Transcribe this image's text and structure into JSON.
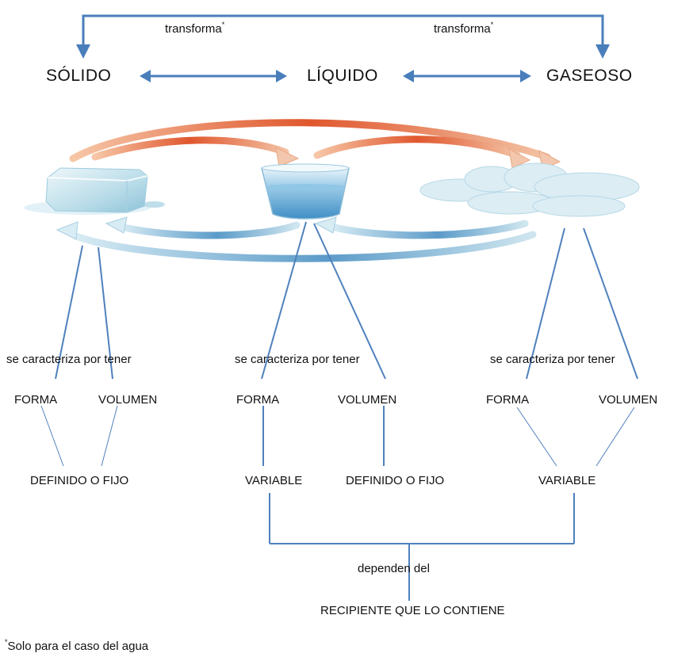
{
  "top": {
    "transform_left": "transforma",
    "transform_right": "transforma",
    "star": "*"
  },
  "states": {
    "solid": "SÓLIDO",
    "liquid": "LÍQUIDO",
    "gas": "GASEOSO"
  },
  "columns": {
    "solid": {
      "caption": "se caracteriza por tener",
      "forma": "FORMA",
      "volumen": "VOLUMEN",
      "result": "DEFINIDO O FIJO"
    },
    "liquid": {
      "caption": "se caracteriza por tener",
      "forma": "FORMA",
      "volumen": "VOLUMEN",
      "forma_result": "VARIABLE",
      "volumen_result": "DEFINIDO O FIJO"
    },
    "gas": {
      "caption": "se caracteriza por tener",
      "forma": "FORMA",
      "volumen": "VOLUMEN",
      "result": "VARIABLE"
    }
  },
  "bottom": {
    "depend": "dependen del",
    "container": "RECIPIENTE QUE LO CONTIENE"
  },
  "footnote": {
    "star": "*",
    "text": "Solo para el caso del agua"
  },
  "colors": {
    "arrow_blue": "#4a7ebb",
    "line_blue": "#4f81bd",
    "heat_red": "#e0572e",
    "cool_blue": "#5b9bc9",
    "ice": "#cfe6ef",
    "water": "#62a7d6"
  },
  "icons": [
    "ice-cube-icon",
    "glass-of-water-icon",
    "cloud-icon"
  ]
}
